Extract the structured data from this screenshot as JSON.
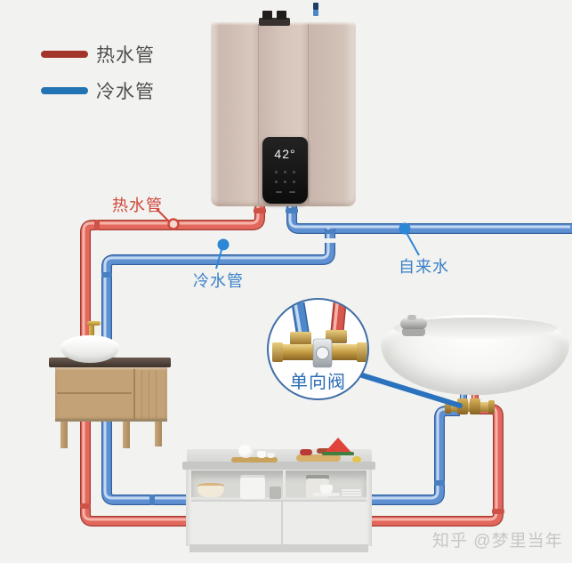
{
  "legend": {
    "items": [
      {
        "label": "热水管",
        "color": "#a23429"
      },
      {
        "label": "冷水管",
        "color": "#2273b4"
      }
    ]
  },
  "labels": {
    "hot_pipe": "热水管",
    "cold_pipe": "冷水管",
    "tap_water": "自来水",
    "check_valve": "单向阀"
  },
  "heater": {
    "temperature": "42",
    "unit": "°"
  },
  "watermark": {
    "text": "知乎 @梦里当年"
  },
  "colors": {
    "background": "#f2f2f0",
    "hot_outline": "#a33b31",
    "hot_body": "#e2685e",
    "hot_highlight": "#f6b3aa",
    "hot_coupling": "#cd5348",
    "cold_outline": "#30609e",
    "cold_body": "#5f90d2",
    "cold_highlight": "#c2d7f0",
    "cold_coupling": "#4a7fc1",
    "marker_blue": "#2e86d6",
    "marker_red": "#cf4a3c",
    "callout_blue": "#2a72bd"
  }
}
